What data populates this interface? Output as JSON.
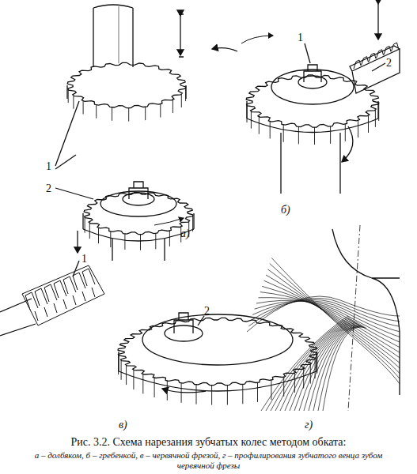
{
  "diagram": {
    "caption": "Рис. 3.2. Схема нарезания зубчатых колес методом обката:",
    "labels": [
      "1",
      "2",
      "а)",
      "1",
      "2",
      "б)",
      "1",
      "2",
      "в)",
      "г)",
      "а – долбяком, б – гребенкой, в – червячной фрезой, г – профилирования зубчатого венца зубом червячной фрезы"
    ]
  }
}
